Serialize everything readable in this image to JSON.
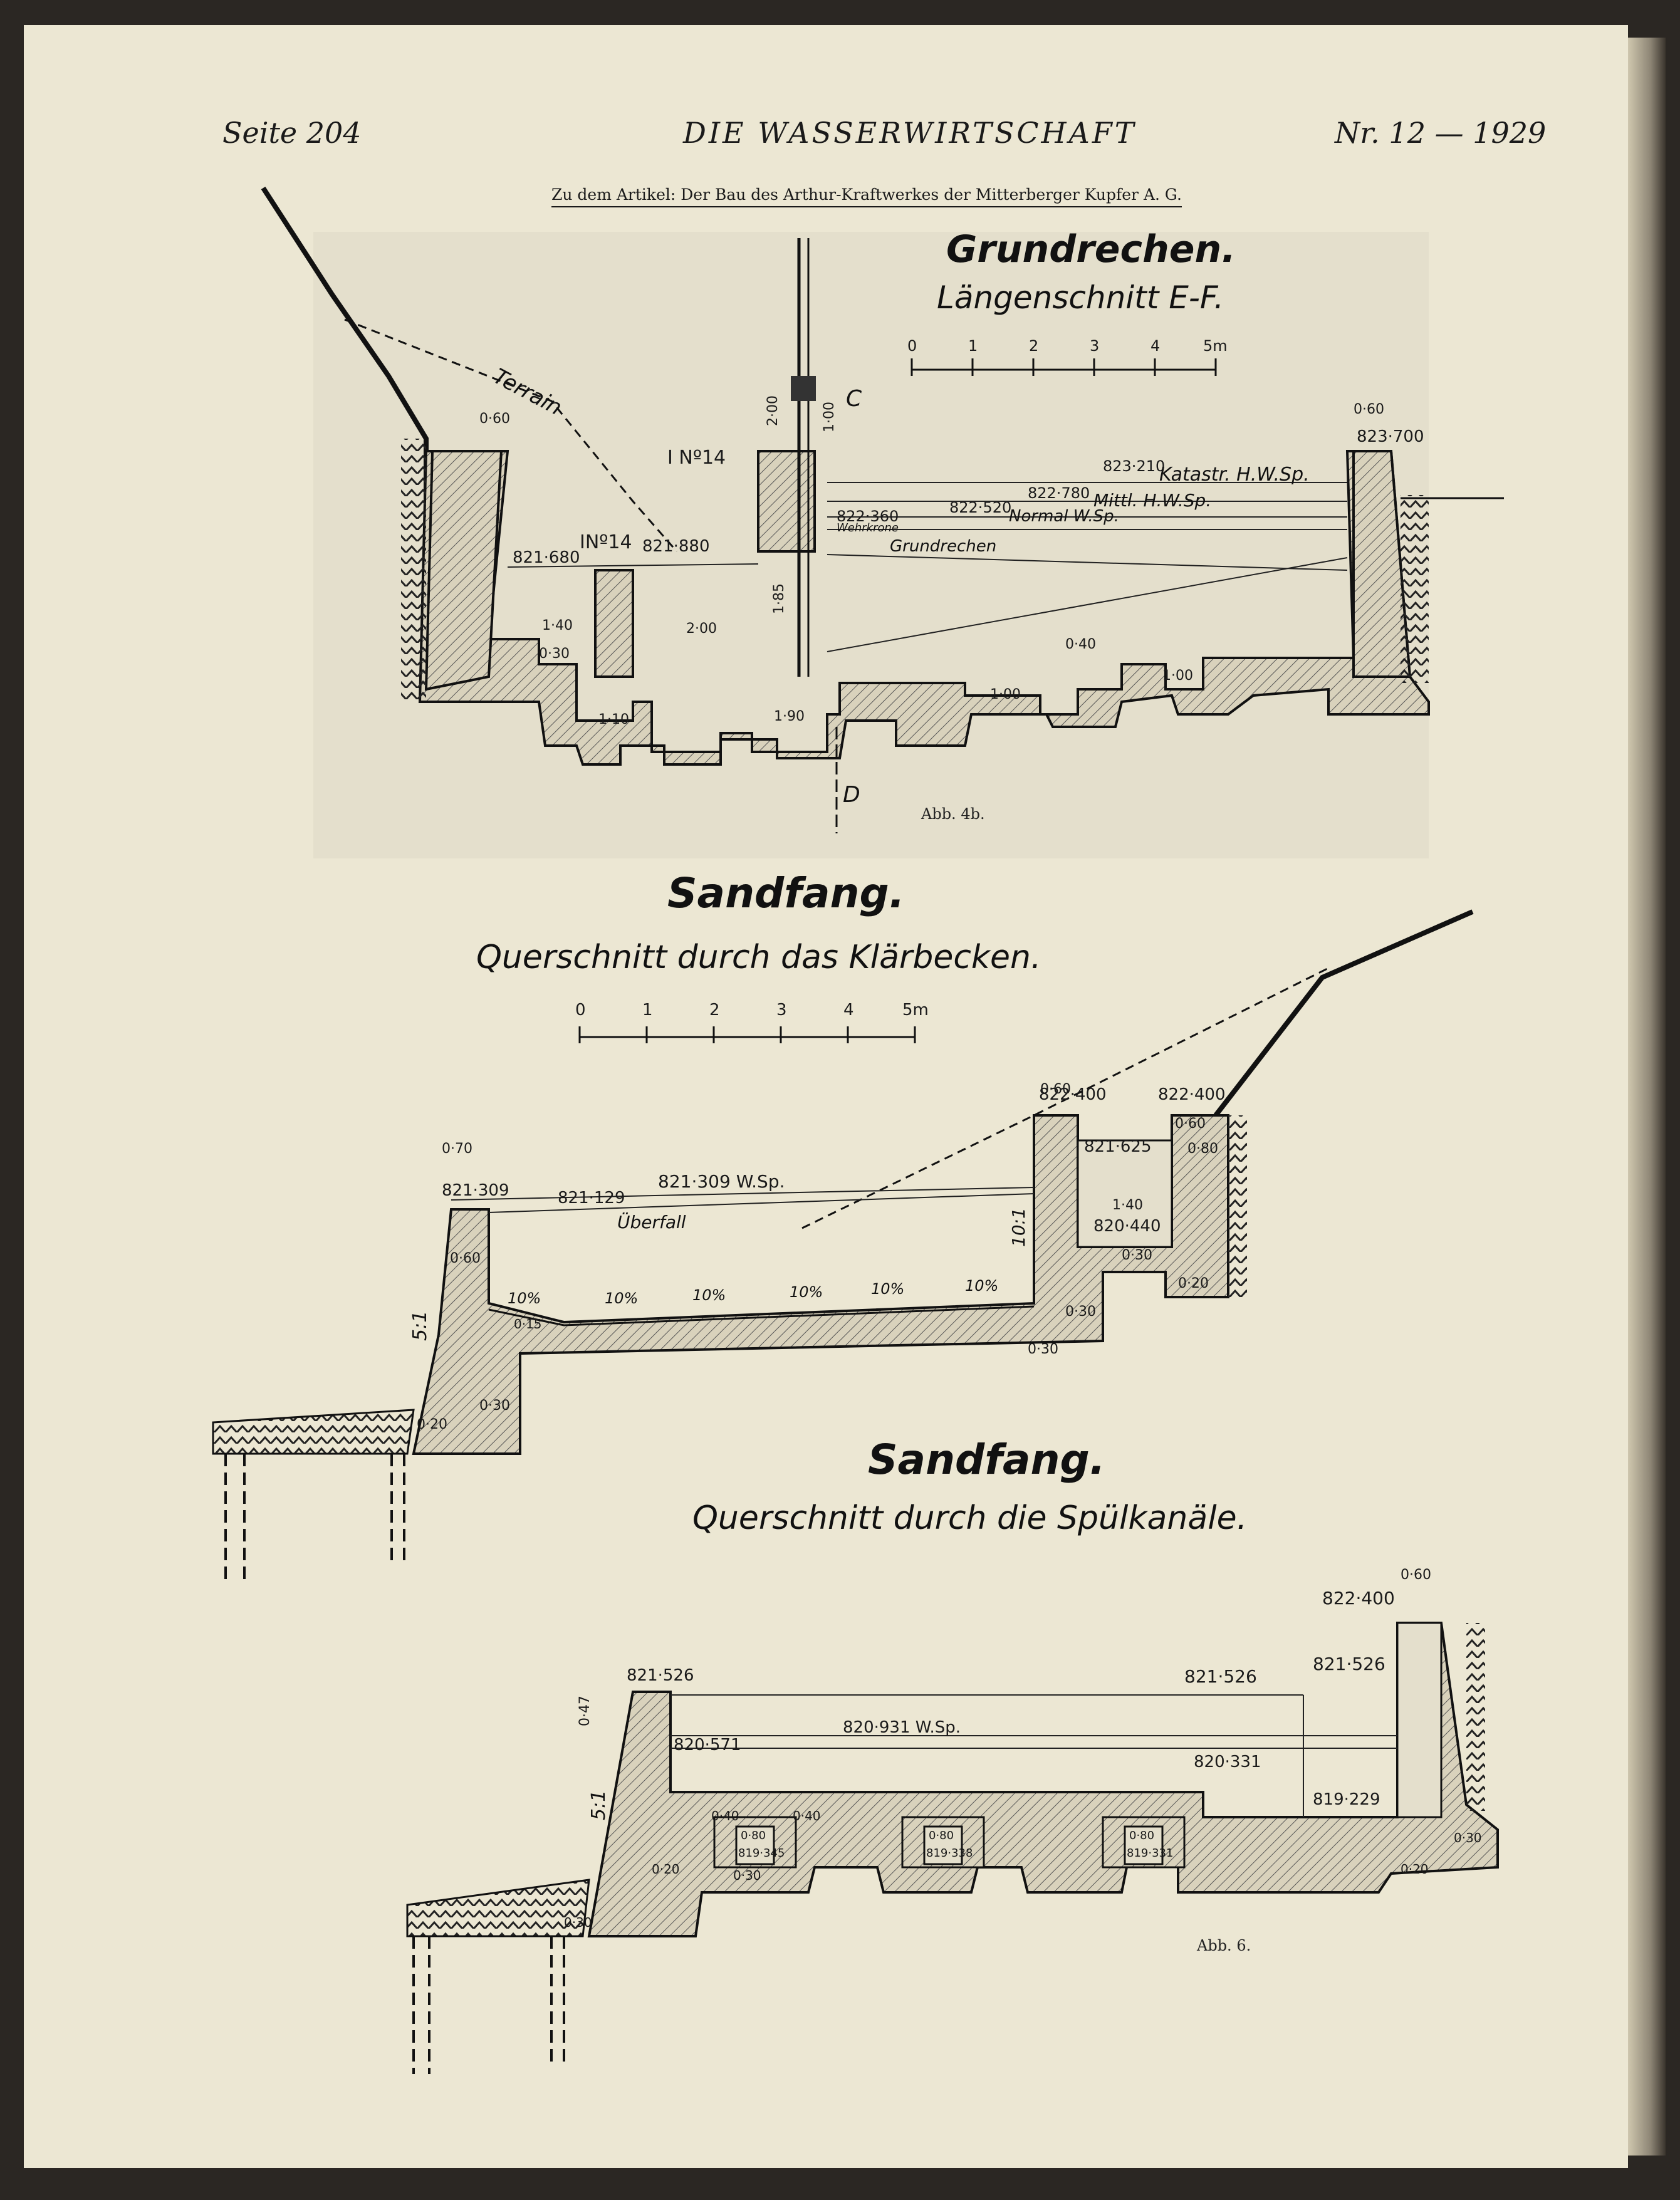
{
  "header": {
    "left": "Seite 204",
    "center": "DIE WASSERWIRTSCHAFT",
    "right": "Nr. 12 — 1929",
    "subtitle": "Zu dem Artikel: Der Bau des Arthur-Kraftwerkes der Mitterberger Kupfer A. G."
  },
  "fig1": {
    "title": "Grundrechen.",
    "subtitle": "Längenschnitt E-F.",
    "scale_labels": [
      "0",
      "1",
      "2",
      "3",
      "4",
      "5m"
    ],
    "terrain": "Terrain",
    "section_c": "C",
    "section_d": "D",
    "label_i14_upper": "I Nº14",
    "label_i14_lower": "INº14",
    "level_katastr": "823·210",
    "text_katastr": "Katastr. H.W.Sp.",
    "level_mittl": "822·780",
    "text_mittl": "Mittl. H.W.Sp.",
    "level_normal": "822·520",
    "text_normal": "Normal W.Sp.",
    "level_wehr": "822·360",
    "text_wehr": "Wehrkrone",
    "text_grundrechen": "Grundrechen",
    "level_821680": "821·680",
    "level_821880": "821·880",
    "level_823700": "823·700",
    "dims": [
      "0·60",
      "0·60",
      "2·00",
      "1·00",
      "1·40",
      "0·30",
      "2·00",
      "1·85",
      "1·10",
      "1·90",
      "1·00",
      "1·00",
      "0·40"
    ],
    "caption": "Abb. 4b."
  },
  "fig2": {
    "title": "Sandfang.",
    "subtitle": "Querschnitt durch das Klärbecken.",
    "scale_labels": [
      "0",
      "1",
      "2",
      "3",
      "4",
      "5m"
    ],
    "level_821309": "821·309",
    "level_ws": "821·309 W.Sp.",
    "level_821129": "821·129",
    "text_ueberfall": "Überfall",
    "level_822400a": "822·400",
    "level_822400b": "822·400",
    "level_821625": "821·625",
    "level_820440": "820·440",
    "slope_51": "5:1",
    "slope_101": "10:1",
    "pct": [
      "10%",
      "10%",
      "10%",
      "10%",
      "10%",
      "10%"
    ],
    "dims": [
      "0·70",
      "0·60",
      "0·60",
      "0·60",
      "0·80",
      "1·40",
      "0·30",
      "0·20",
      "0·30",
      "0·30",
      "0·20",
      "0·30",
      "0·15"
    ]
  },
  "fig3": {
    "title": "Sandfang.",
    "subtitle": "Querschnitt durch die Spülkanäle.",
    "level_821526a": "821·526",
    "level_821526b": "821·526",
    "level_821526c": "821·526",
    "level_822400": "822·400",
    "level_ws": "820·931 W.Sp.",
    "level_820571": "820·571",
    "level_820331": "820·331",
    "level_819229": "819·229",
    "channels": [
      {
        "dim": "0·80",
        "level": "819·345"
      },
      {
        "dim": "0·80",
        "level": "819·338"
      },
      {
        "dim": "0·80",
        "level": "819·331"
      }
    ],
    "slope_51": "5:1",
    "dims": [
      "0·47",
      "0·60",
      "0·40",
      "0·40",
      "0·30",
      "0·20",
      "0·30",
      "0·20",
      "0·30"
    ],
    "caption": "Abb. 6."
  }
}
